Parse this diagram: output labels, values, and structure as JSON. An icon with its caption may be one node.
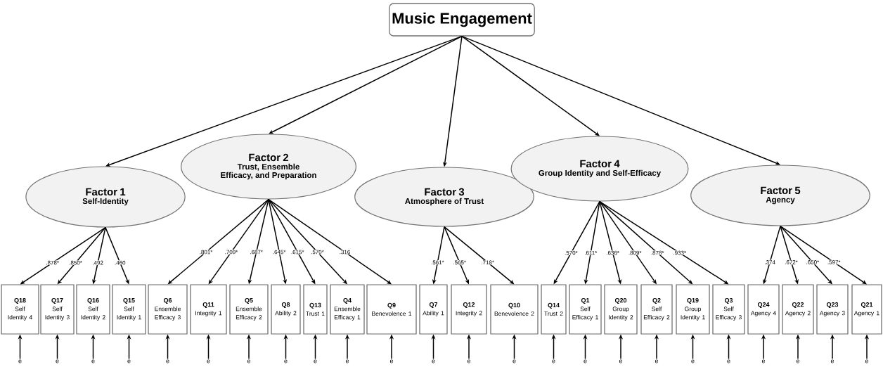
{
  "diagram": {
    "nodes": [
      {
        "text": [
          "Music Engagement"
        ]
      },
      {
        "text": [
          "Factor 1",
          "Self-Identity"
        ]
      },
      {
        "text": [
          "Factor 2",
          "Trust, Ensemble Efficacy, and Preparation"
        ]
      },
      {
        "text": [
          "Factor 3",
          "Atmosphere of Trust"
        ]
      },
      {
        "text": [
          "Factor 4",
          "Group Identity and Self-Efficacy"
        ]
      },
      {
        "text": [
          "Factor 5",
          "Agency"
        ]
      },
      {
        "text": [
          "Q18",
          "Self Identity 4"
        ]
      },
      {
        "text": [
          "Q17",
          "Self Identity 3"
        ]
      },
      {
        "text": [
          "Q16",
          "Self Identity 2"
        ]
      },
      {
        "text": [
          "Q15",
          "Self Identity 1"
        ]
      },
      {
        "text": [
          "Q6",
          "Ensemble Efficacy 3"
        ]
      },
      {
        "text": [
          "Q11",
          "Integrity 1"
        ]
      },
      {
        "text": [
          "Q5",
          "Ensemble Efficacy 2"
        ]
      },
      {
        "text": [
          "Q8",
          "Ability 2"
        ]
      },
      {
        "text": [
          "Q13",
          "Trust 1"
        ]
      },
      {
        "text": [
          "Q4",
          "Ensemble Efficacy 1"
        ]
      },
      {
        "text": [
          "Q9",
          "Benevolence 1"
        ]
      },
      {
        "text": [
          "Q7",
          "Ability 1"
        ]
      },
      {
        "text": [
          "Q12",
          "Integrity 2"
        ]
      },
      {
        "text": [
          "Q10",
          "Benevolence 2"
        ]
      },
      {
        "text": [
          "Q14",
          "Trust 2"
        ]
      },
      {
        "text": [
          "Q1",
          "Self Efficacy 1"
        ]
      },
      {
        "text": [
          "Q20",
          "Group Identity 2"
        ]
      },
      {
        "text": [
          "Q2",
          "Self Efficacy 2"
        ]
      },
      {
        "text": [
          "Q19",
          "Group Identity 1"
        ]
      },
      {
        "text": [
          "Q3",
          "Self Efficacy 3"
        ]
      },
      {
        "text": [
          "Q24",
          "Agency 4"
        ]
      },
      {
        "text": [
          "Q22",
          "Agency 2"
        ]
      },
      {
        "text": [
          "Q23",
          "Agency 3"
        ]
      },
      {
        "text": [
          "Q21",
          "Agency 1"
        ]
      },
      {
        "text": [
          "e"
        ]
      },
      {
        "text": [
          "e"
        ]
      },
      {
        "text": [
          "e"
        ]
      },
      {
        "text": [
          "e"
        ]
      },
      {
        "text": [
          "e"
        ]
      },
      {
        "text": [
          "e"
        ]
      },
      {
        "text": [
          "e"
        ]
      },
      {
        "text": [
          "e"
        ]
      },
      {
        "text": [
          "e"
        ]
      },
      {
        "text": [
          "e"
        ]
      },
      {
        "text": [
          "e"
        ]
      },
      {
        "text": [
          "e"
        ]
      },
      {
        "text": [
          "e"
        ]
      },
      {
        "text": [
          "e"
        ]
      },
      {
        "text": [
          "e"
        ]
      },
      {
        "text": [
          "e"
        ]
      },
      {
        "text": [
          "e"
        ]
      },
      {
        "text": [
          "e"
        ]
      },
      {
        "text": [
          "e"
        ]
      },
      {
        "text": [
          "e"
        ]
      },
      {
        "text": [
          "e"
        ]
      },
      {
        "text": [
          "e"
        ]
      },
      {
        "text": [
          "e"
        ]
      },
      {
        "text": [
          "e"
        ]
      }
    ],
    "edges": [
      {
        "from": 0,
        "to": 1,
        "arrow": "to"
      },
      {
        "from": 0,
        "to": 2,
        "arrow": "to"
      },
      {
        "from": 0,
        "to": 3,
        "arrow": "to"
      },
      {
        "from": 0,
        "to": 4,
        "arrow": "to"
      },
      {
        "from": 0,
        "to": 5,
        "arrow": "to"
      },
      {
        "from": 1,
        "to": 6,
        "arrow": "to",
        "label": ".878*"
      },
      {
        "from": 1,
        "to": 7,
        "arrow": "to",
        "label": ".850*"
      },
      {
        "from": 1,
        "to": 8,
        "arrow": "to",
        "label": ".492"
      },
      {
        "from": 1,
        "to": 9,
        "arrow": "to",
        "label": ".460"
      },
      {
        "from": 2,
        "to": 10,
        "arrow": "to",
        "label": ".801*"
      },
      {
        "from": 2,
        "to": 11,
        "arrow": "to",
        "label": ".709*"
      },
      {
        "from": 2,
        "to": 12,
        "arrow": "to",
        "label": ".687*"
      },
      {
        "from": 2,
        "to": 13,
        "arrow": "to",
        "label": ".645*"
      },
      {
        "from": 2,
        "to": 14,
        "arrow": "to",
        "label": ".615*"
      },
      {
        "from": 2,
        "to": 15,
        "arrow": "to",
        "label": ".570*"
      },
      {
        "from": 2,
        "to": 16,
        "arrow": "to",
        "label": ".316"
      },
      {
        "from": 3,
        "to": 17,
        "arrow": "to",
        "label": ".561*"
      },
      {
        "from": 3,
        "to": 18,
        "arrow": "to",
        "label": ".565*"
      },
      {
        "from": 3,
        "to": 19,
        "arrow": "to",
        "label": ".718*"
      },
      {
        "from": 4,
        "to": 20,
        "arrow": "to",
        "label": ".570*"
      },
      {
        "from": 4,
        "to": 21,
        "arrow": "to",
        "label": ".611*"
      },
      {
        "from": 4,
        "to": 22,
        "arrow": "to",
        "label": ".636*"
      },
      {
        "from": 4,
        "to": 23,
        "arrow": "to",
        "label": ".809*"
      },
      {
        "from": 4,
        "to": 24,
        "arrow": "to",
        "label": ".878*"
      },
      {
        "from": 4,
        "to": 25,
        "arrow": "to",
        "label": ".933*"
      },
      {
        "from": 5,
        "to": 26,
        "arrow": "to",
        "label": ".374"
      },
      {
        "from": 5,
        "to": 27,
        "arrow": "to",
        "label": ".672*"
      },
      {
        "from": 5,
        "to": 28,
        "arrow": "to",
        "label": ".650*"
      },
      {
        "from": 5,
        "to": 29,
        "arrow": "to",
        "label": ".597*"
      },
      {
        "from": 30,
        "to": 6,
        "arrow": "to"
      },
      {
        "from": 31,
        "to": 7,
        "arrow": "to"
      },
      {
        "from": 32,
        "to": 8,
        "arrow": "to"
      },
      {
        "from": 33,
        "to": 9,
        "arrow": "to"
      },
      {
        "from": 34,
        "to": 10,
        "arrow": "to"
      },
      {
        "from": 35,
        "to": 11,
        "arrow": "to"
      },
      {
        "from": 36,
        "to": 12,
        "arrow": "to"
      },
      {
        "from": 37,
        "to": 13,
        "arrow": "to"
      },
      {
        "from": 38,
        "to": 14,
        "arrow": "to"
      },
      {
        "from": 39,
        "to": 15,
        "arrow": "to"
      },
      {
        "from": 40,
        "to": 16,
        "arrow": "to"
      },
      {
        "from": 41,
        "to": 17,
        "arrow": "to"
      },
      {
        "from": 42,
        "to": 18,
        "arrow": "to"
      },
      {
        "from": 43,
        "to": 19,
        "arrow": "to"
      },
      {
        "from": 44,
        "to": 20,
        "arrow": "to"
      },
      {
        "from": 45,
        "to": 21,
        "arrow": "to"
      },
      {
        "from": 46,
        "to": 22,
        "arrow": "to"
      },
      {
        "from": 47,
        "to": 23,
        "arrow": "to"
      },
      {
        "from": 48,
        "to": 24,
        "arrow": "to"
      },
      {
        "from": 49,
        "to": 25,
        "arrow": "to"
      },
      {
        "from": 50,
        "to": 26,
        "arrow": "to"
      },
      {
        "from": 51,
        "to": 27,
        "arrow": "to"
      },
      {
        "from": 52,
        "to": 28,
        "arrow": "to"
      },
      {
        "from": 53,
        "to": 29,
        "arrow": "to"
      }
    ]
  }
}
